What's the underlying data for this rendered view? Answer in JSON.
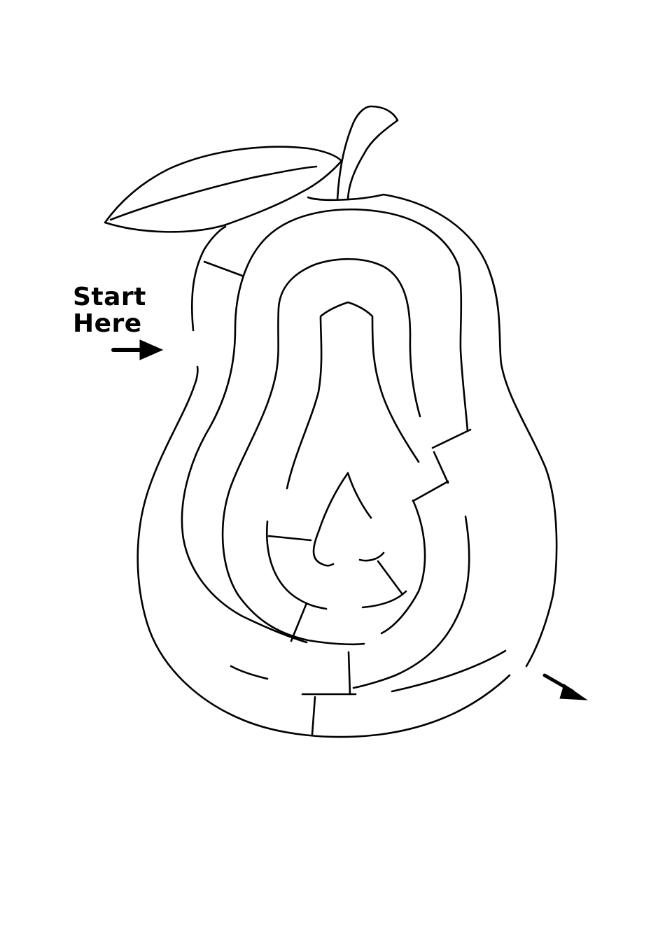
{
  "puzzle": {
    "type": "maze",
    "theme": "pear",
    "start_label": {
      "line1": "Start",
      "line2": "Here"
    },
    "colors": {
      "ink": "#000000",
      "paper": "#ffffff"
    },
    "icons": {
      "start": "arrow-right-icon",
      "finish": "arrow-down-right-icon"
    }
  }
}
